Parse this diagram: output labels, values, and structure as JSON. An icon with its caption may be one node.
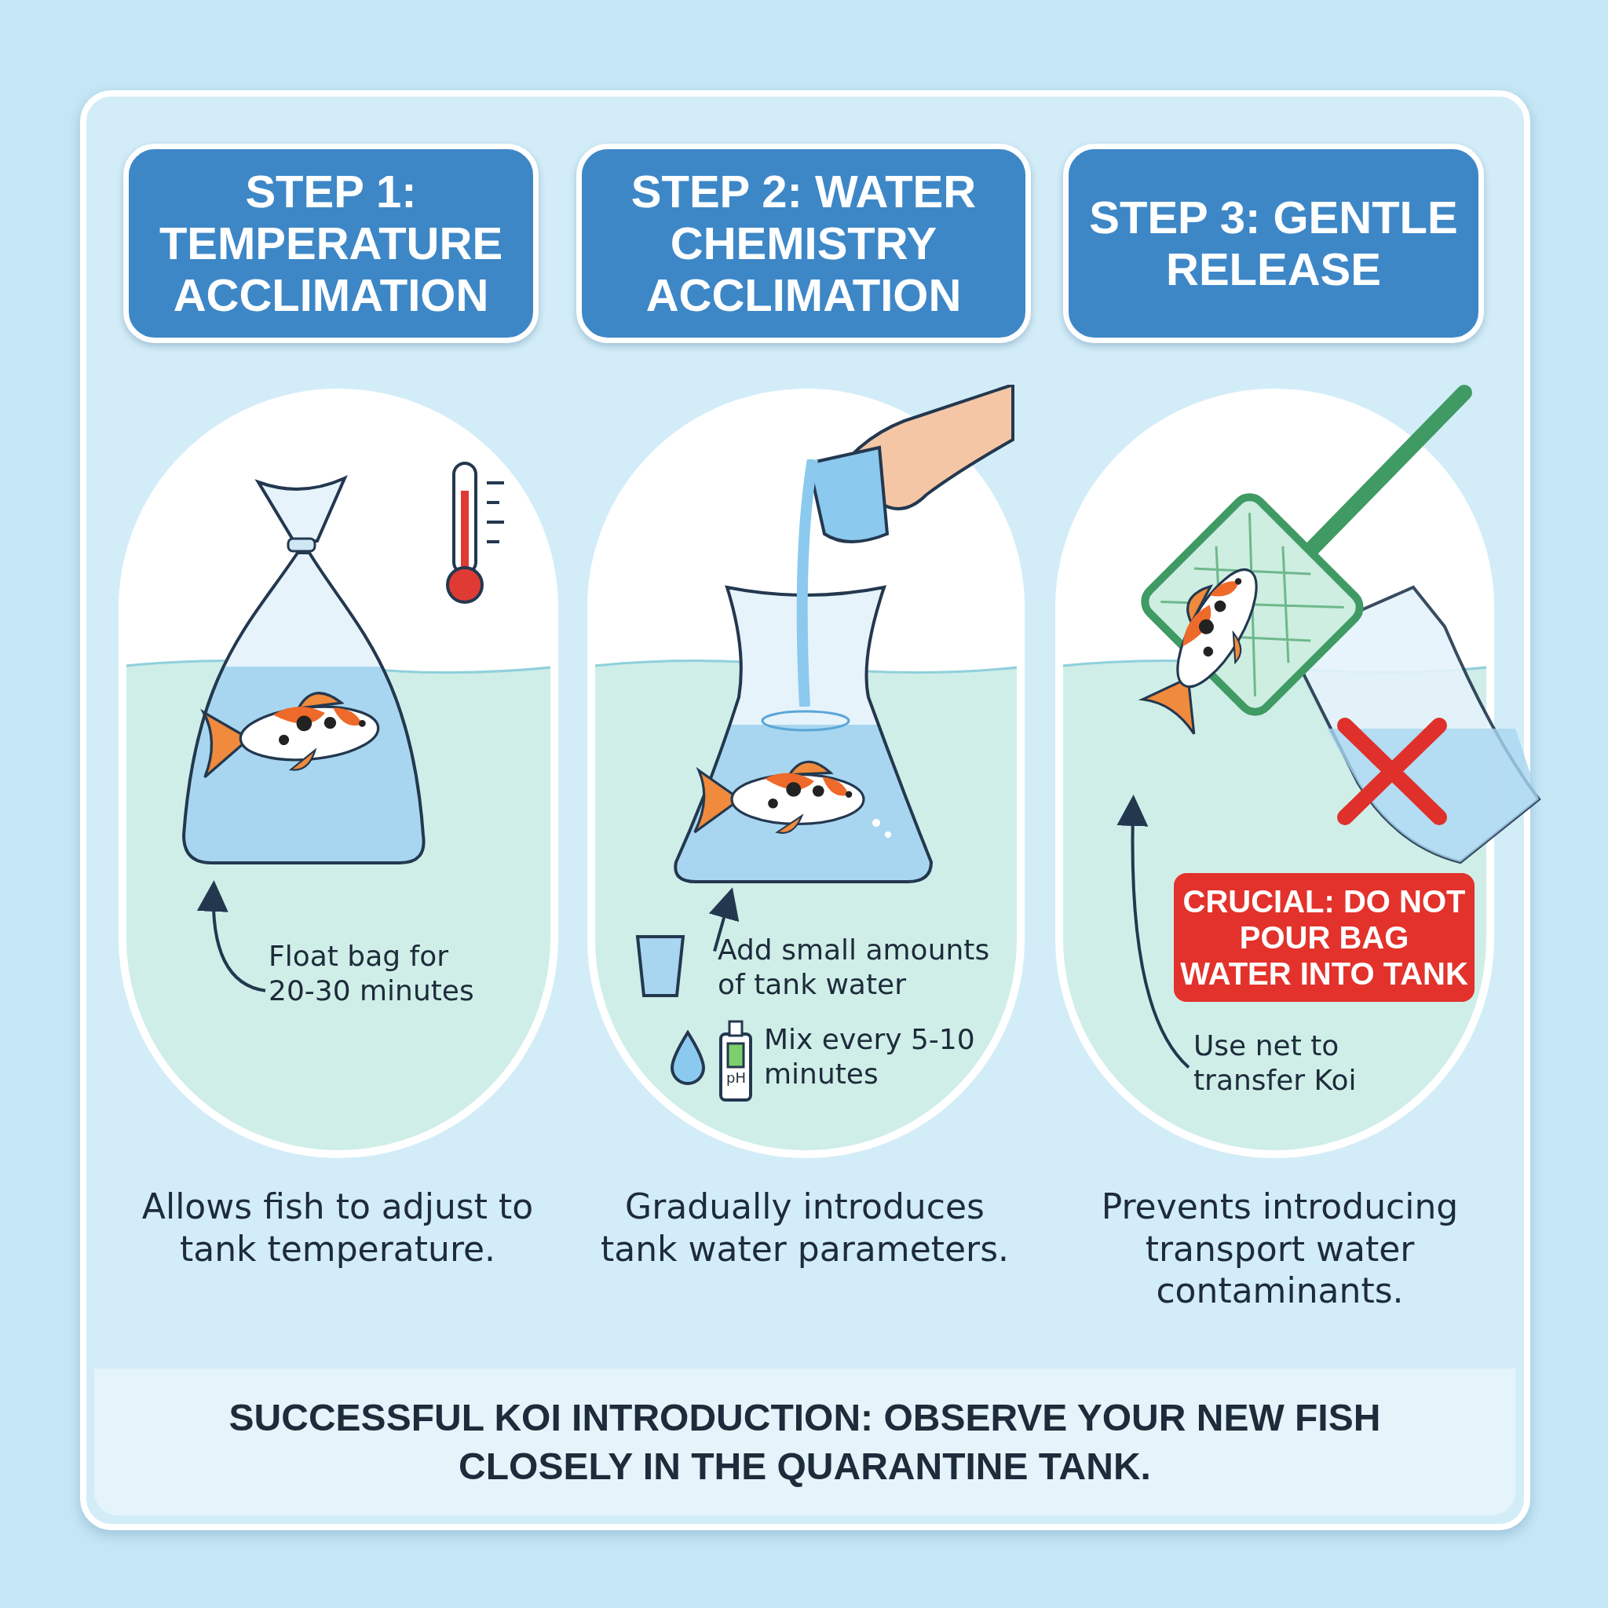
{
  "diagram": {
    "nodes": [
      {
        "text": [
          "STEP 1: TEMPERATURE ACCLIMATION"
        ]
      },
      {
        "text": [
          "STEP 2: WATER CHEMISTRY ACCLIMATION"
        ]
      },
      {
        "text": [
          "STEP 3: GENTLE RELEASE"
        ]
      },
      {
        "text": [],
        "shape": "picture"
      },
      {
        "text": [
          "Float bag for 20-30 minutes"
        ]
      },
      {
        "text": [],
        "shape": "picture"
      },
      {
        "text": [
          "Add small amounts of tank water"
        ]
      },
      {
        "text": [
          "Mix every 5-10 minutes"
        ]
      },
      {
        "text": [],
        "shape": "picture"
      },
      {
        "text": [
          "Use net to transfer Koi"
        ]
      },
      {
        "text": [
          "CRUCIAL: DO NOT POUR BAG WATER INTO TANK"
        ]
      },
      {
        "text": [
          "SUCCESSFUL KOI INTRODUCTION: OBSERVE YOUR NEW FISH CLOSELY IN THE QUARANTINE TANK."
        ]
      }
    ],
    "edges": [
      {
        "from": 4,
        "to": 3,
        "arrow": "to"
      },
      {
        "from": 6,
        "to": 5,
        "arrow": "to"
      },
      {
        "from": 9,
        "to": 8,
        "arrow": "to"
      }
    ],
    "labels": [
      "pH",
      "Allows fish to adjust to tank temperature.",
      "Gradually introduces tank water parameters.",
      "Prevents introducing transport water contaminants."
    ]
  }
}
